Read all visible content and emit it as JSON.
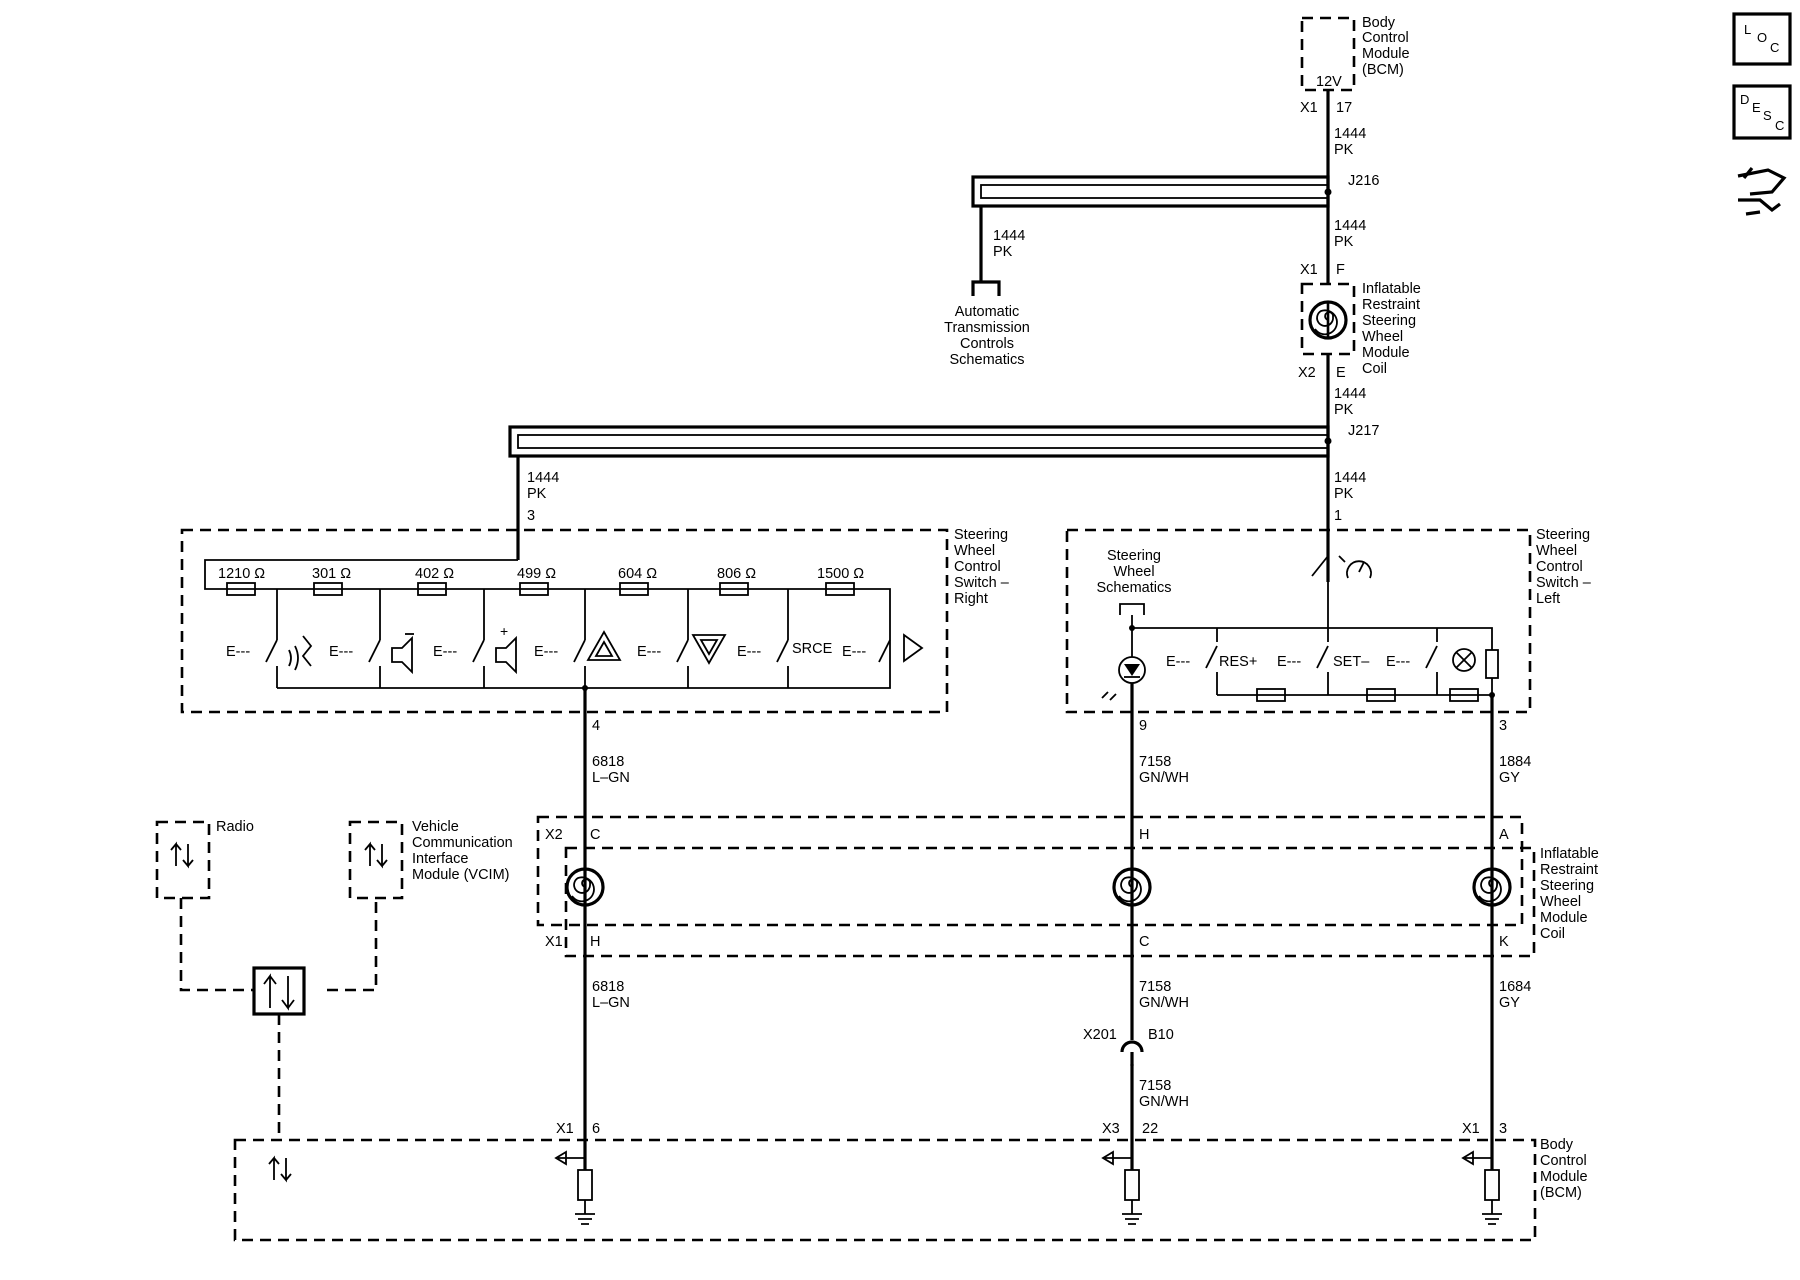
{
  "modules": {
    "bcm_top": {
      "name_lines": [
        "Body",
        "Control",
        "Module",
        "(BCM)"
      ],
      "supply": "12V"
    },
    "bcm_bottom": {
      "name_lines": [
        "Body",
        "Control",
        "Module",
        "(BCM)"
      ]
    },
    "coil_top": {
      "name_lines": [
        "Inflatable",
        "Restraint",
        "Steering",
        "Wheel",
        "Module",
        "Coil"
      ]
    },
    "coil_bottom": {
      "name_lines": [
        "Inflatable",
        "Restraint",
        "Steering",
        "Wheel",
        "Module",
        "Coil"
      ]
    },
    "switch_right": {
      "name_lines": [
        "Steering",
        "Wheel",
        "Control",
        "Switch –",
        "Right"
      ]
    },
    "switch_left": {
      "name_lines": [
        "Steering",
        "Wheel",
        "Control",
        "Switch –",
        "Left"
      ]
    },
    "radio": {
      "name_lines": [
        "Radio"
      ]
    },
    "vcim": {
      "name_lines": [
        "Vehicle",
        "Communication",
        "Interface",
        "Module (VCIM)"
      ]
    },
    "trans_ref": {
      "name_lines": [
        "Automatic",
        "Transmission",
        "Controls",
        "Schematics"
      ]
    },
    "wheel_ref": {
      "name_lines": [
        "Steering",
        "Wheel",
        "Schematics"
      ]
    }
  },
  "connectors": {
    "x1": "X1",
    "x2": "X2",
    "x3": "X3",
    "pin_17": "17",
    "pin_f": "F",
    "pin_e": "E",
    "pin_c": "C",
    "pin_h": "H",
    "pin_a": "A",
    "pin_k": "K",
    "pin_1": "1",
    "pin_3": "3",
    "pin_4": "4",
    "pin_9": "9",
    "pin_6": "6",
    "pin_22": "22",
    "inline": "X201",
    "inline_pin": "B10",
    "splice_1": "J216",
    "splice_2": "J217"
  },
  "wires": {
    "pk_circuit": "1444",
    "pk_color": "PK",
    "lgn_circuit": "6818",
    "lgn_color": "L–GN",
    "gnwh_circuit": "7158",
    "gnwh_color": "GN/WH",
    "gy_circuit": "1884",
    "gy_color": "GY",
    "gy_circuit_lower": "1684"
  },
  "resistors": [
    "1210 Ω",
    "301 Ω",
    "402 Ω",
    "499 Ω",
    "604 Ω",
    "806 Ω",
    "1500 Ω"
  ],
  "switch_labels": {
    "source": "SRCE",
    "resume": "RES+",
    "set": "SET–"
  },
  "side_icons": {
    "loc": [
      "L",
      "O",
      "C"
    ],
    "desc": [
      "D",
      "E",
      "S",
      "C"
    ],
    "nav_icon": "connector-navigation-icon"
  }
}
